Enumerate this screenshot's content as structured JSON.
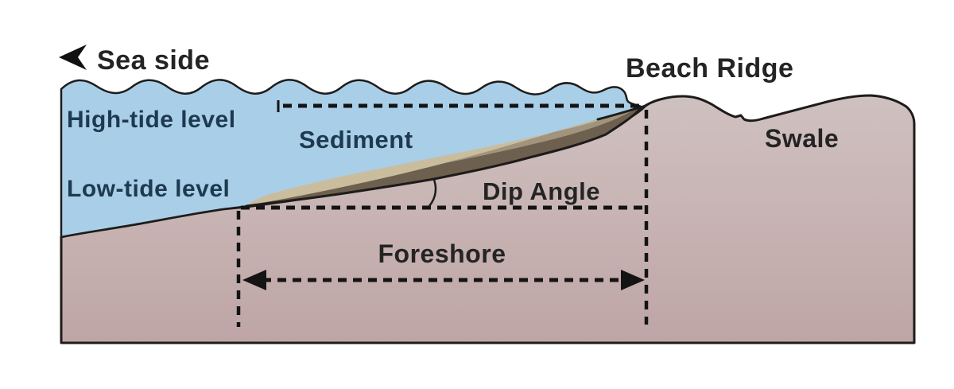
{
  "labels": {
    "sea_side": "Sea side",
    "beach_ridge": "Beach Ridge",
    "high_tide": "High-tide level",
    "low_tide": "Low-tide level",
    "sediment": "Sediment",
    "dip_angle": "Dip Angle",
    "swale": "Swale",
    "foreshore": "Foreshore"
  },
  "colors": {
    "water": "#a9cee8",
    "land_top": "#cfc1c0",
    "land_bottom": "#bfa5a5",
    "sediment_dark": "#6e604e",
    "sediment_mid": "#a2947c",
    "sediment_light": "#cabd9e",
    "outline": "#1e1c1a",
    "dash": "#141414",
    "water_label": "#1e3a50",
    "land_label": "#242424"
  }
}
